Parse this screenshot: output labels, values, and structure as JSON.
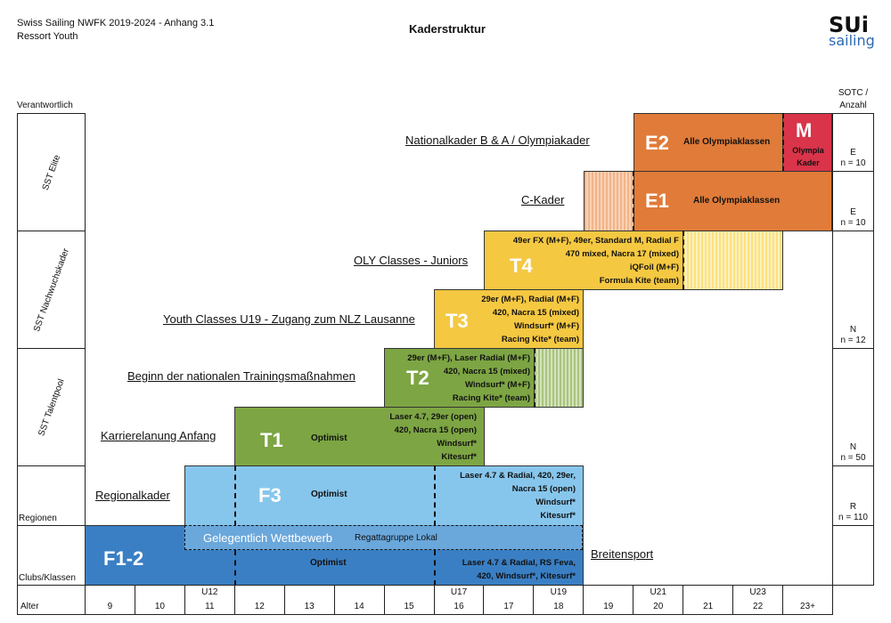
{
  "header": {
    "line1": "Swiss Sailing NWFK 2019-2024 - Anhang 3.1",
    "line2": "Ressort Youth",
    "title": "Kaderstruktur",
    "logo_main": "SUi",
    "logo_sub": "sailing"
  },
  "columns": {
    "left_header": "Verantwortlich",
    "right_header": [
      "SOTC /",
      "Anzahl"
    ]
  },
  "lanes": [
    {
      "name": "SST Elite"
    },
    {
      "name": "SST Nachwuchskader"
    },
    {
      "name": "SST Talentpool"
    },
    {
      "name": "Regionen"
    },
    {
      "name": "Clubs/Klassen"
    }
  ],
  "right_cells": [
    {
      "code": "E",
      "count": "n = 10"
    },
    {
      "code": "E",
      "count": "n = 10"
    },
    {
      "code": "N",
      "count": "n = 12"
    },
    {
      "code": "N",
      "count": "n = 50"
    },
    {
      "code": "R",
      "count": "n = 110"
    },
    {
      "code": "",
      "count": ""
    }
  ],
  "levels": {
    "E2": {
      "code": "E2",
      "classes": "Alle Olympiaklassen",
      "label": "Nationalkader B & A / Olympiakader",
      "color": "#e07b39"
    },
    "M": {
      "code": "M",
      "line1": "Olympia",
      "line2": "Kader",
      "color": "#d9344a"
    },
    "E1": {
      "code": "E1",
      "classes": "Alle Olympiaklassen",
      "label": "C-Kader",
      "color": "#e07b39"
    },
    "T4": {
      "code": "T4",
      "label": "OLY Classes - Juniors",
      "color": "#f5c842",
      "classes": [
        "49er FX (M+F), 49er, Standard M, Radial F",
        "470 mixed, Nacra 17 (mixed)",
        "iQFoil (M+F)",
        "Formula Kite (team)"
      ]
    },
    "T3": {
      "code": "T3",
      "label": "Youth Classes U19 - Zugang zum NLZ Lausanne",
      "color": "#f5c842",
      "classes": [
        "29er (M+F), Radial (M+F)",
        "420, Nacra 15 (mixed)",
        "Windsurf* (M+F)",
        "Racing Kite* (team)"
      ]
    },
    "T2": {
      "code": "T2",
      "label": "Beginn der nationalen Trainingsmaßnahmen",
      "color": "#7da543",
      "classes": [
        "29er (M+F), Laser Radial (M+F)",
        "420, Nacra 15 (mixed)",
        "Windsurf* (M+F)",
        "Racing Kite* (team)"
      ]
    },
    "T1": {
      "code": "T1",
      "label": "Karrierelanung Anfang",
      "color": "#7da543",
      "main": "Optimist",
      "classes": [
        "Laser 4.7, 29er (open)",
        "420, Nacra 15 (open)",
        "Windsurf*",
        "Kitesurf*"
      ]
    },
    "F3": {
      "code": "F3",
      "label": "Regionalkader",
      "color": "#87c6ec",
      "main": "Optimist",
      "classes": [
        "Laser 4.7 & Radial, 420, 29er,",
        "Nacra 15 (open)",
        "Windsurf*",
        "Kitesurf*"
      ]
    },
    "F12": {
      "code": "F1-2",
      "label": "Breitensport",
      "color": "#3a7fc4",
      "main": "Optimist",
      "band": "Gelegentlich Wettbewerb",
      "band_sub": "Regattagruppe Lokal",
      "classes": [
        "Laser 4.7 & Radial, RS Feva,",
        "420, Windsurf*, Kitesurf*"
      ]
    }
  },
  "axis": {
    "label": "Alter",
    "ages": [
      "9",
      "10",
      "11",
      "12",
      "13",
      "14",
      "15",
      "16",
      "17",
      "18",
      "19",
      "20",
      "21",
      "22",
      "23+"
    ],
    "groups": [
      "",
      "",
      "U12",
      "",
      "",
      "",
      "",
      "U17",
      "",
      "U19",
      "",
      "U21",
      "",
      "U23",
      ""
    ]
  }
}
